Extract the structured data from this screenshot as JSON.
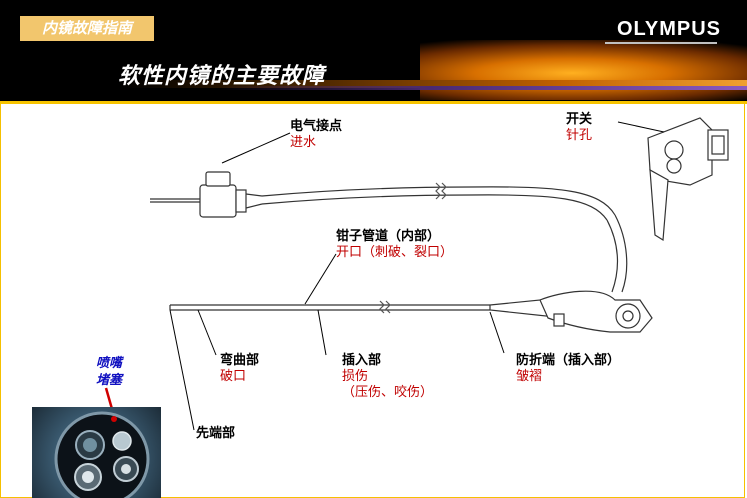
{
  "header": {
    "guide_badge": "内镜故障指南",
    "brand": "OLYMPUS",
    "title": "软性内镜的主要故障"
  },
  "parts": {
    "electrical_contact": {
      "name": "电气接点",
      "fault": "进水"
    },
    "switch": {
      "name": "开关",
      "fault": "针孔"
    },
    "forceps_channel": {
      "name": "钳子管道（内部）",
      "fault": "开口（刺破、裂口）"
    },
    "bending_section": {
      "name": "弯曲部",
      "fault": "破口"
    },
    "insertion_section": {
      "name": "插入部",
      "fault": "损伤",
      "fault_detail": "（压伤、咬伤）"
    },
    "anti_bend": {
      "name": "防折端（插入部）",
      "fault": "皱褶"
    },
    "distal_end": {
      "name": "先端部"
    },
    "nozzle": {
      "line1": "喷嘴",
      "line2": "堵塞"
    }
  },
  "colors": {
    "header_bg": "#000000",
    "badge": "#f2c66d",
    "fault_text": "#c00000",
    "nozzle_text": "#1010c0",
    "frame": "#f5c000"
  }
}
